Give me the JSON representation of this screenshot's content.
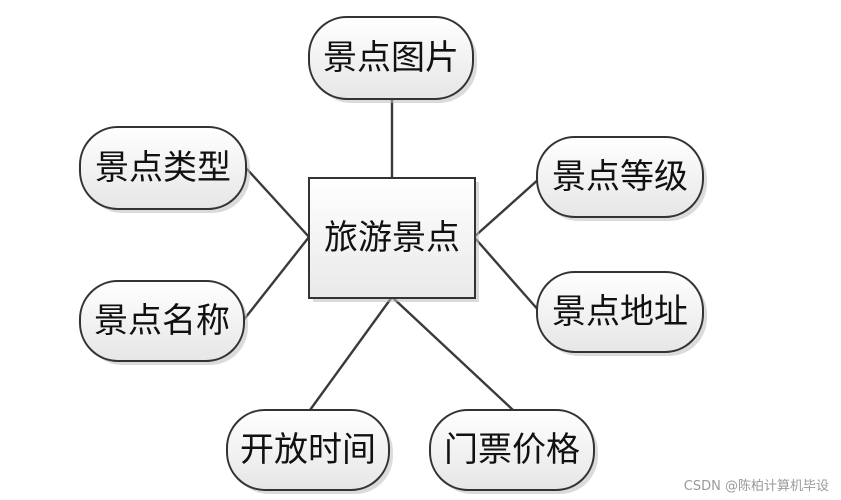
{
  "entity": {
    "label": "旅游景点"
  },
  "attributes": [
    {
      "id": "picture",
      "label": "景点图片"
    },
    {
      "id": "type",
      "label": "景点类型"
    },
    {
      "id": "level",
      "label": "景点等级"
    },
    {
      "id": "name",
      "label": "景点名称"
    },
    {
      "id": "address",
      "label": "景点地址"
    },
    {
      "id": "open-time",
      "label": "开放时间"
    },
    {
      "id": "ticket-price",
      "label": "门票价格"
    }
  ],
  "watermark": "CSDN @陈柏计算机毕设"
}
